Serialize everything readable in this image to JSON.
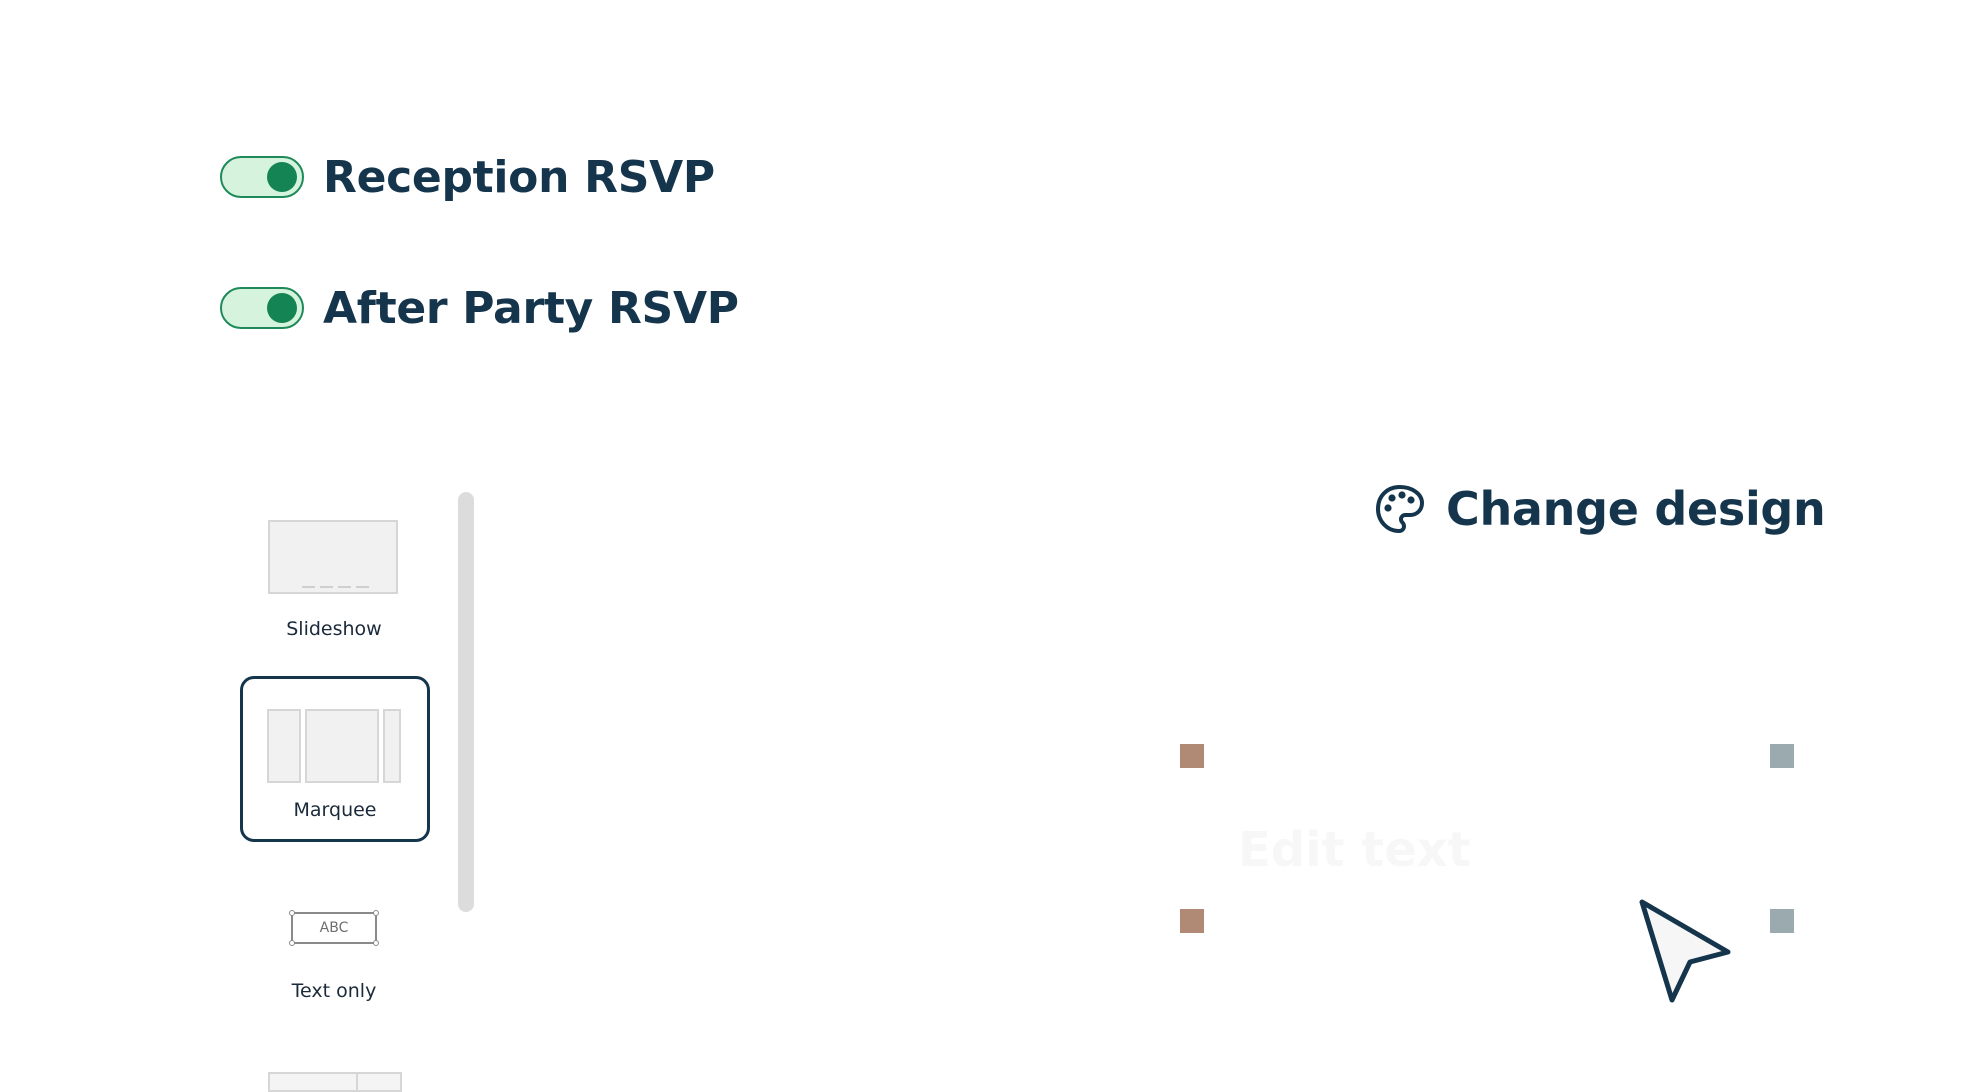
{
  "toggles": [
    {
      "label": "Reception RSVP",
      "on": true
    },
    {
      "label": "After Party RSVP",
      "on": true
    }
  ],
  "layout_options": {
    "slideshow": {
      "label": "Slideshow"
    },
    "marquee": {
      "label": "Marquee",
      "selected": true
    },
    "text_only": {
      "label": "Text only",
      "thumb_text": "ABC"
    }
  },
  "change_design": {
    "label": "Change design",
    "icon": "palette-icon"
  },
  "edit_area": {
    "placeholder": "Edit text",
    "handle_colors": {
      "left": "#b08a75",
      "right": "#9aaaaf"
    }
  },
  "colors": {
    "text": "#15354d",
    "toggle_track": "#d6f3dd",
    "toggle_knob": "#158455",
    "toggle_border": "#1e8a5a"
  }
}
